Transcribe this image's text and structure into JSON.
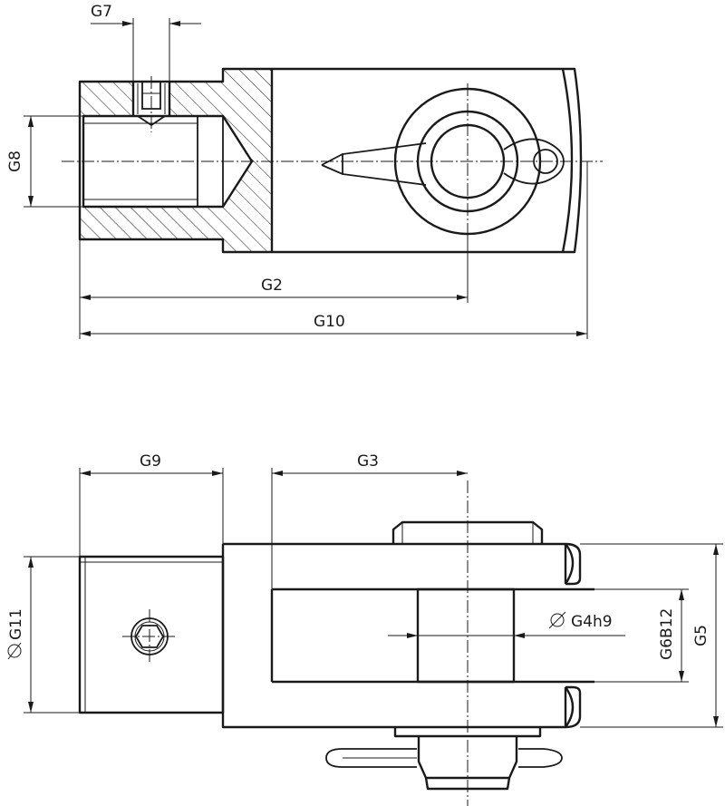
{
  "drawing": {
    "labels": {
      "g7": "G7",
      "g8": "G8",
      "g2": "G2",
      "g10": "G10",
      "g9": "G9",
      "g3": "G3",
      "g11": "G11",
      "g4h9": "G4h9",
      "g6b12": "G6B12",
      "g5": "G5"
    }
  }
}
